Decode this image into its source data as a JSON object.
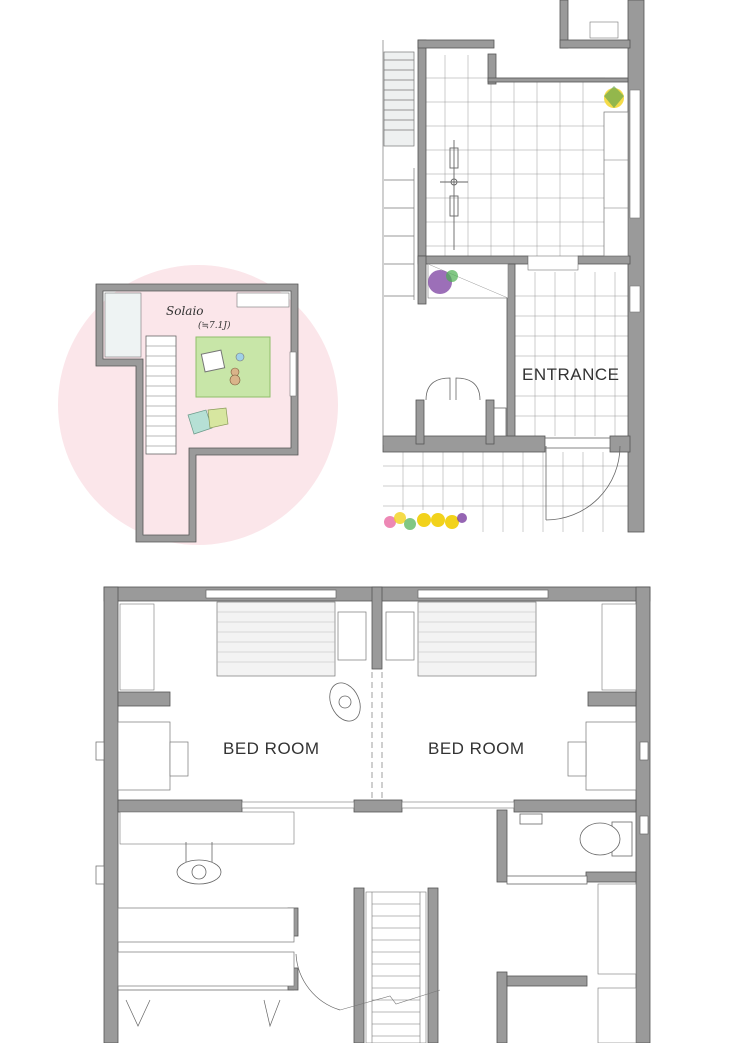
{
  "labels": {
    "entrance": "ENTRANCE",
    "bedroom_left": "BED ROOM",
    "bedroom_right": "BED ROOM",
    "loft_name": "Solaio",
    "loft_size": "(≒7.1J)"
  },
  "colors": {
    "wall": "#9a9a9a",
    "loft_highlight": "#fbe6ea",
    "rug": "#c8e6a8",
    "flowers": [
      "#7b3fa0",
      "#f2d21b",
      "#e86aa3",
      "#4caf50"
    ]
  },
  "icons": [
    "stair-icon",
    "door-icon",
    "window-icon",
    "bicycle-icon",
    "plant-icon",
    "toilet-icon",
    "person-icon",
    "bed-icon",
    "desk-icon",
    "closet-icon",
    "teddy-bear-icon",
    "cushion-icon",
    "flowerbed-icon"
  ]
}
